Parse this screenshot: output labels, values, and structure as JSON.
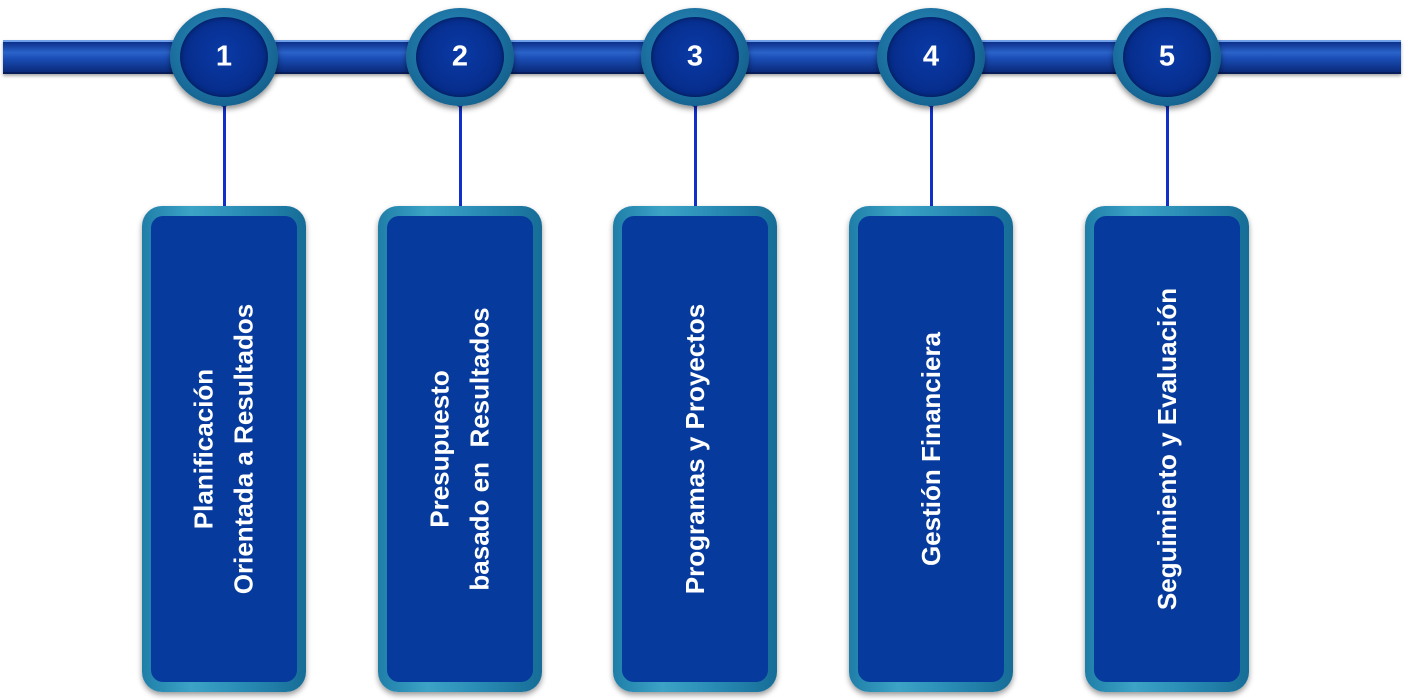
{
  "steps": [
    {
      "number": "1",
      "label": "Planificación\nOrientada a Resultados"
    },
    {
      "number": "2",
      "label": "Presupuesto\nbasado en  Resultados"
    },
    {
      "number": "3",
      "label": "Programas y Proyectos"
    },
    {
      "number": "4",
      "label": "Gestión Financiera"
    },
    {
      "number": "5",
      "label": "Seguimiento y Evaluación"
    }
  ],
  "colors": {
    "bar": "#1a4db5",
    "node_ring": "#1a6f9e",
    "node_fill": "#062c8a",
    "card_border": "#2a8db6",
    "card_fill": "#063a9c",
    "connector": "#1030c8",
    "text": "#ffffff"
  }
}
